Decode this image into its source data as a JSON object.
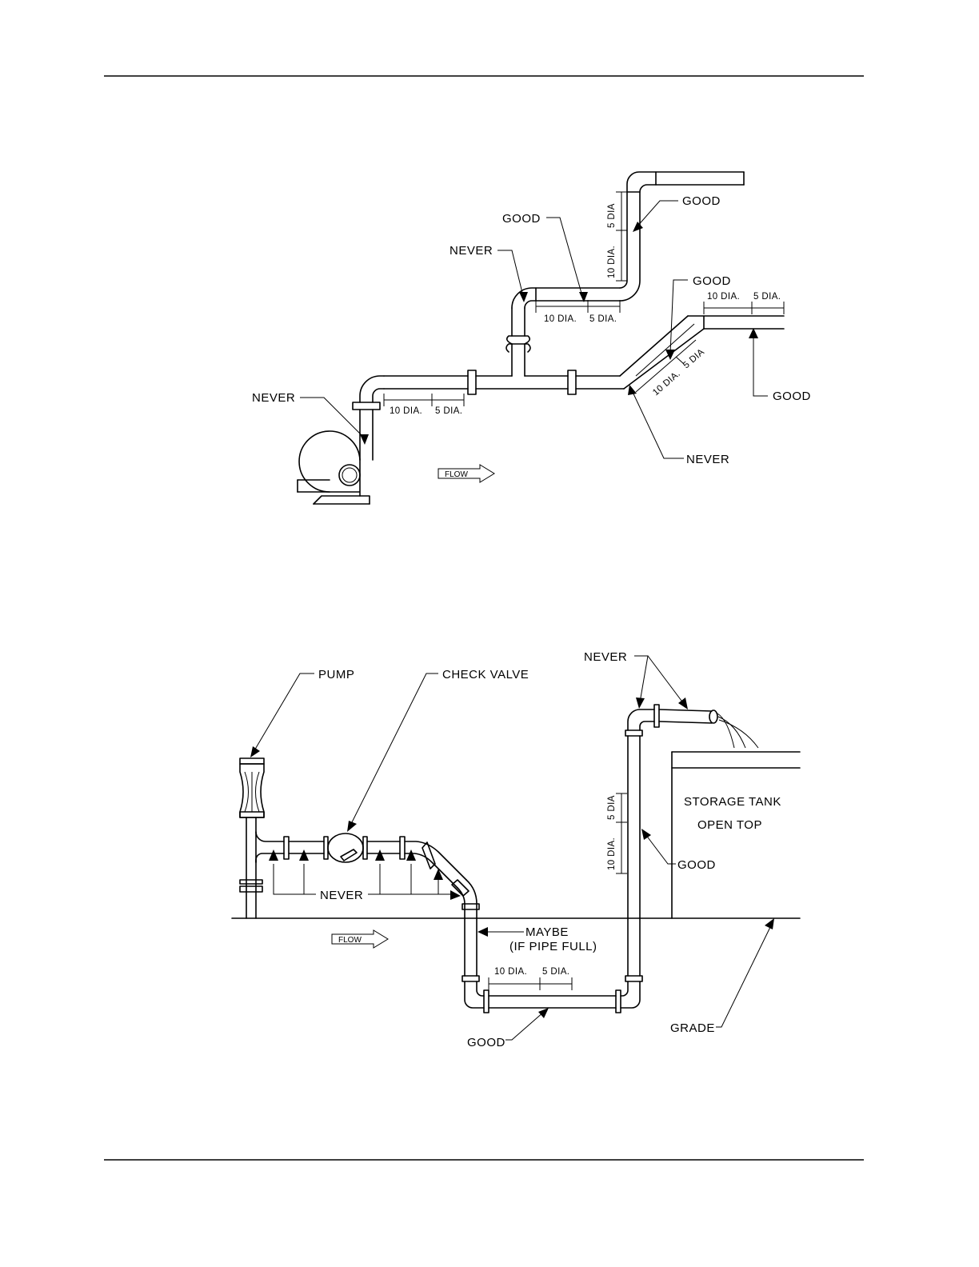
{
  "labels": {
    "good": "GOOD",
    "never": "NEVER",
    "flow": "FLOW",
    "dim_10": "10 DIA.",
    "dim_5": "5 DIA.",
    "dim_5_short": "5 DIA",
    "dim_10_5_combined": "10 DIA. 5 DIA.",
    "pump": "PUMP",
    "check_valve": "CHECK VALVE",
    "maybe": "MAYBE",
    "if_pipe_full": "(IF PIPE FULL)",
    "storage_tank": "STORAGE TANK",
    "open_top": "OPEN TOP",
    "grade": "GRADE"
  },
  "colors": {
    "line": "#000000",
    "background": "#ffffff"
  }
}
